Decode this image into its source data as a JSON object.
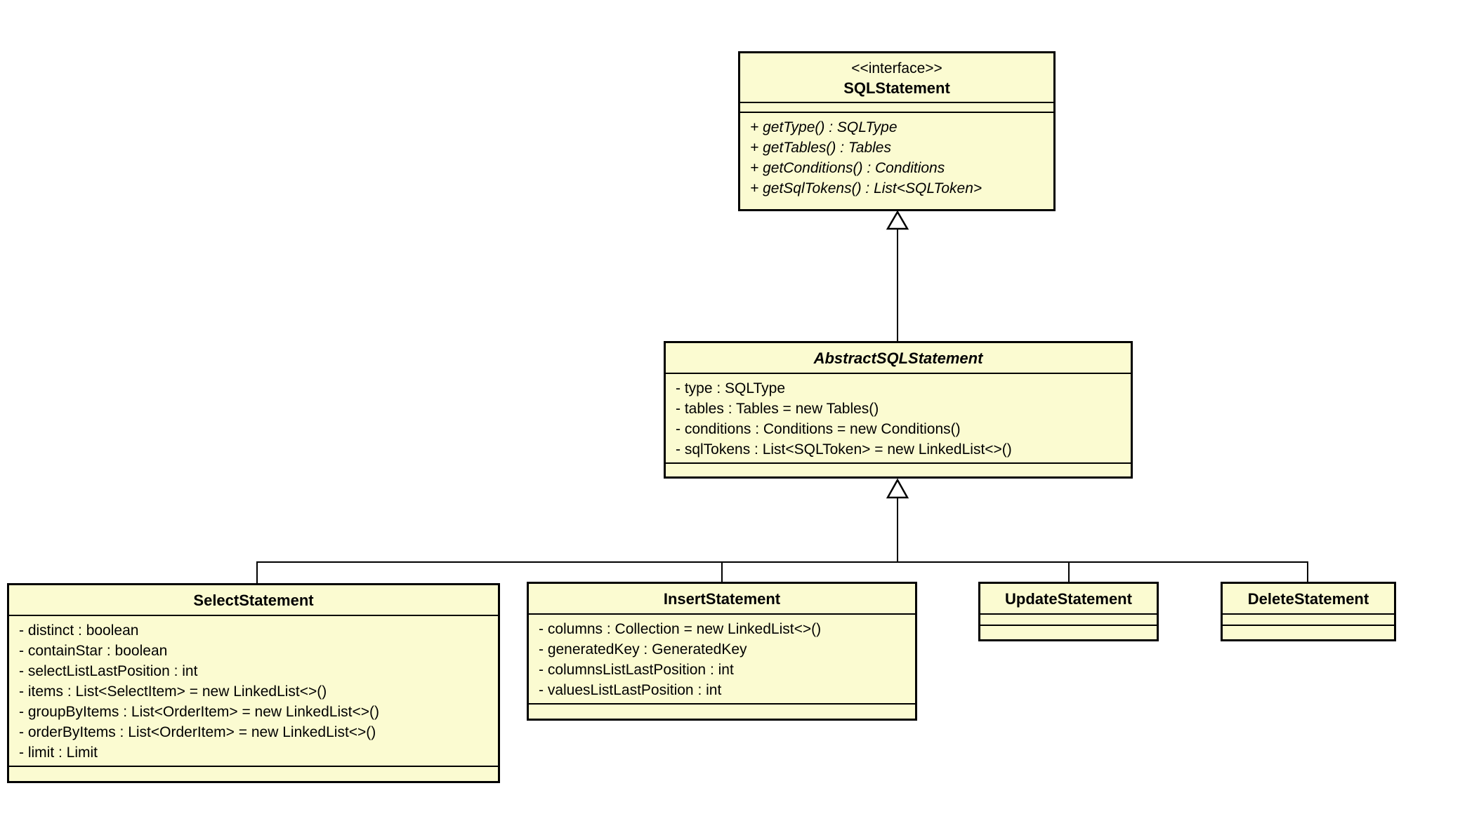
{
  "diagram": {
    "kind": "uml-class-diagram",
    "background_color": "#ffffff",
    "node_fill_color": "#fbfbd1",
    "node_border_color": "#000000",
    "line_color": "#000000"
  },
  "classes": {
    "sql_statement": {
      "stereotype": "<<interface>>",
      "name": "SQLStatement",
      "methods": [
        "+ getType() : SQLType",
        "+ getTables() : Tables",
        "+ getConditions() : Conditions",
        "+ getSqlTokens() : List<SQLToken>"
      ]
    },
    "abstract_sql_statement": {
      "name": "AbstractSQLStatement",
      "fields": [
        "- type : SQLType",
        "- tables : Tables = new Tables()",
        "- conditions : Conditions = new Conditions()",
        "- sqlTokens : List<SQLToken> = new LinkedList<>()"
      ]
    },
    "select_statement": {
      "name": "SelectStatement",
      "fields": [
        "- distinct : boolean",
        "- containStar : boolean",
        "- selectListLastPosition : int",
        "- items : List<SelectItem> = new LinkedList<>()",
        "- groupByItems : List<OrderItem> = new LinkedList<>()",
        "- orderByItems : List<OrderItem> = new LinkedList<>()",
        "- limit : Limit"
      ]
    },
    "insert_statement": {
      "name": "InsertStatement",
      "fields": [
        "- columns : Collection = new LinkedList<>()",
        "- generatedKey : GeneratedKey",
        "- columnsListLastPosition : int",
        "- valuesListLastPosition : int"
      ]
    },
    "update_statement": {
      "name": "UpdateStatement"
    },
    "delete_statement": {
      "name": "DeleteStatement"
    }
  },
  "relations": [
    {
      "type": "generalization",
      "from": "AbstractSQLStatement",
      "to": "SQLStatement"
    },
    {
      "type": "generalization",
      "from": "SelectStatement",
      "to": "AbstractSQLStatement"
    },
    {
      "type": "generalization",
      "from": "InsertStatement",
      "to": "AbstractSQLStatement"
    },
    {
      "type": "generalization",
      "from": "UpdateStatement",
      "to": "AbstractSQLStatement"
    },
    {
      "type": "generalization",
      "from": "DeleteStatement",
      "to": "AbstractSQLStatement"
    }
  ]
}
